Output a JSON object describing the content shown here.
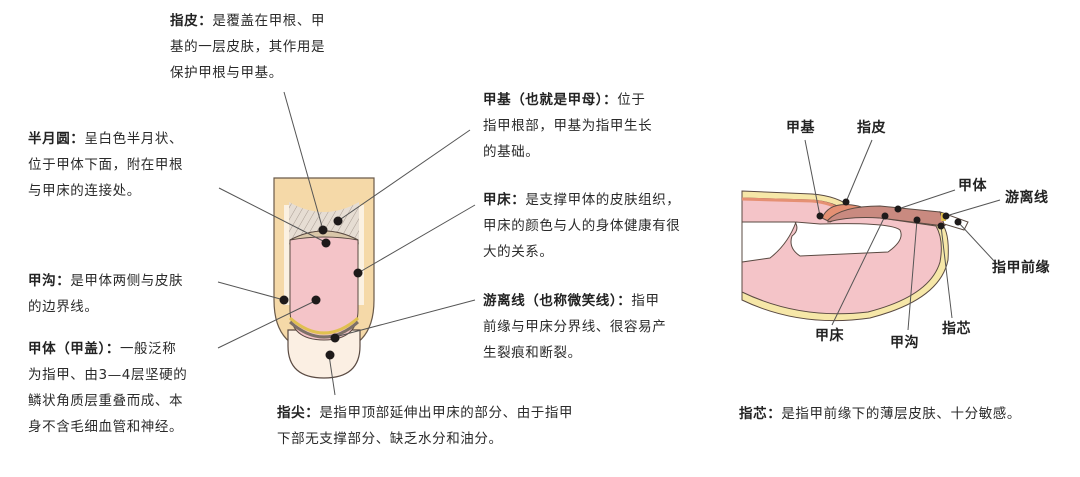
{
  "front_view": {
    "annotations": [
      {
        "id": "cuticle",
        "term": "指皮：",
        "lines": [
          "是覆盖在甲根、甲",
          "基的一层皮肤，其作用是",
          "保护甲根与甲基。"
        ]
      },
      {
        "id": "lunula",
        "term": "半月圆：",
        "lines": [
          "呈白色半月状、",
          "位于甲体下面，附在甲根",
          "与甲床的连接处。"
        ]
      },
      {
        "id": "matrix",
        "term": "甲基（也就是甲母）：",
        "lines": [
          "位于",
          "指甲根部，甲基为指甲生长",
          "的基础。"
        ]
      },
      {
        "id": "nail-bed",
        "term": "甲床：",
        "lines": [
          "是支撑甲体的皮肤组织，",
          "甲床的颜色与人的身体健康有很",
          "大的关系。"
        ]
      },
      {
        "id": "nail-groove",
        "term": "甲沟：",
        "lines": [
          "是甲体两侧与皮肤",
          "的边界线。"
        ]
      },
      {
        "id": "smile-line",
        "term": "游离线（也称微笑线）：",
        "lines": [
          "指甲",
          "前缘与甲床分界线、很容易产",
          "生裂痕和断裂。"
        ]
      },
      {
        "id": "nail-plate",
        "term": "甲体（甲盖）：",
        "lines": [
          "一般泛称",
          "为指甲、由3—4层坚硬的",
          "鳞状角质层重叠而成、本",
          "身不含毛细血管和神经。"
        ]
      },
      {
        "id": "free-edge",
        "term": "指尖：",
        "lines": [
          "是指甲顶部延伸出甲床的部分、由于指甲",
          "下部无支撑部分、缺乏水分和油分。"
        ]
      }
    ]
  },
  "side_view": {
    "labels": {
      "matrix": "甲基",
      "cuticle": "指皮",
      "nail_plate": "甲体",
      "smile_line": "游离线",
      "free_edge": "指甲前缘",
      "nail_bed": "甲床",
      "nail_groove": "甲沟",
      "hyponychium": "指芯"
    },
    "footnote": {
      "term": "指芯：",
      "text": "是指甲前缘下的薄层皮肤、十分敏感。"
    }
  },
  "colors": {
    "skin": "#f5d9a8",
    "nail_bed": "#f4c4c8",
    "free_edge": "#fbefe3",
    "smile_line": "#e8c85a",
    "outline": "#5a4a42",
    "dot": "#1e1a1a",
    "leader_line": "#555555"
  }
}
